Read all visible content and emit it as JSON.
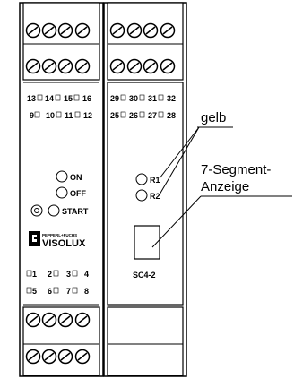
{
  "left_module": {
    "top_terminals": [
      "13",
      "14",
      "15",
      "16"
    ],
    "second_terminals": [
      "9",
      "10",
      "11",
      "12"
    ],
    "buttons": {
      "on": "ON",
      "off": "OFF",
      "start": "START"
    },
    "brand_small": "PEPPERL+FUCHS",
    "brand_large": "VISOLUX",
    "bottom_terminals_row1": [
      "1",
      "2",
      "3",
      "4"
    ],
    "bottom_terminals_row2": [
      "5",
      "6",
      "7",
      "8"
    ]
  },
  "right_module": {
    "top_terminals": [
      "29",
      "30",
      "31",
      "32"
    ],
    "second_terminals": [
      "25",
      "26",
      "27",
      "28"
    ],
    "leds": {
      "r1": "R1",
      "r2": "R2"
    },
    "model": "SC4-2"
  },
  "callouts": {
    "led_color": "gelb",
    "display_line1": "7-Segment-",
    "display_line2": "Anzeige"
  }
}
